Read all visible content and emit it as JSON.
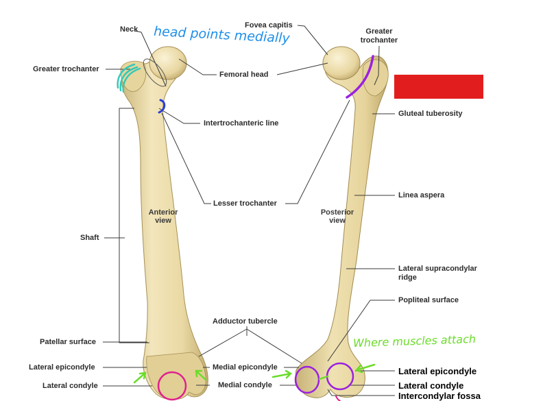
{
  "labels": {
    "neck": "Neck",
    "fovea_capitis": "Fovea capitis",
    "greater_trochanter_right": "Greater trochanter",
    "greater_trochanter_left": "Greater trochanter",
    "femoral_head": "Femoral head",
    "intertrochanteric_line": "Intertrochanteric line",
    "gluteal_tuberosity": "Gluteal tuberosity",
    "lesser_trochanter": "Lesser trochanter",
    "linea_aspera": "Linea aspera",
    "shaft": "Shaft",
    "lateral_supracondylar_ridge": "Lateral supracondylar ridge",
    "popliteal_surface": "Popliteal surface",
    "adductor_tubercle": "Adductor tubercle",
    "patellar_surface": "Patellar surface",
    "lateral_epicondyle_left": "Lateral epicondyle",
    "medial_epicondyle": "Medial epicondyle",
    "lateral_condyle_left": "Lateral condyle",
    "medial_condyle": "Medial condyle",
    "lateral_epicondyle_right": "Lateral epicondyle",
    "lateral_condyle_right": "Lateral condyle",
    "intercondylar_fossa": "Intercondylar fossa"
  },
  "views": {
    "anterior": "Anterior view",
    "posterior": "Posterior view"
  },
  "annotations": {
    "head_note": "head points medially",
    "muscle_note": "Where muscles attach"
  },
  "colors": {
    "bone_fill": "#ecdca9",
    "bone_shade": "#c9b57d",
    "leader_line": "#3a3a3a",
    "teal": "#34c9b6",
    "blue": "#2b3fd9",
    "purple": "#9b20e0",
    "magenta": "#e0208e",
    "green": "#6bdc2a",
    "red_box": "#e21d1d",
    "handwriting_blue": "#1f8fe8",
    "handwriting_green": "#6bdc2a"
  }
}
